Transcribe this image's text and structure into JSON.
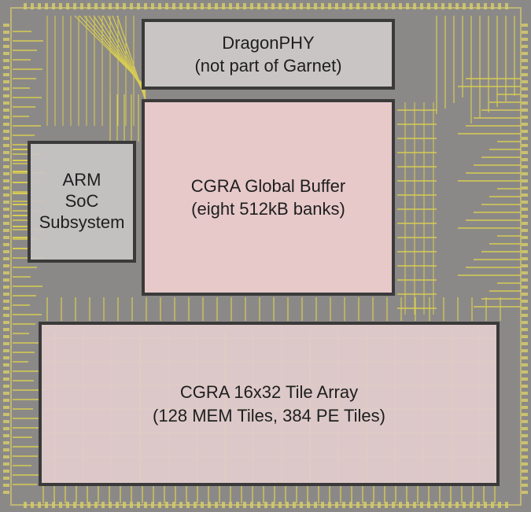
{
  "blocks": {
    "dragonphy": "DragonPHY\n(not part of Garnet)",
    "arm": "ARM\nSoC\nSubsystem",
    "global_buffer": "CGRA Global Buffer\n(eight 512kB banks)",
    "tile_array": "CGRA 16x32 Tile Array\n(128 MEM Tiles, 384 PE Tiles)"
  },
  "colors": {
    "background": "#8a8886",
    "routing": "#e6d84a",
    "block_border": "#3b3a3a",
    "global_buffer_fill": "#eccccd",
    "tile_array_fill": "#e2cccc",
    "phy_fill": "#cecaca"
  }
}
